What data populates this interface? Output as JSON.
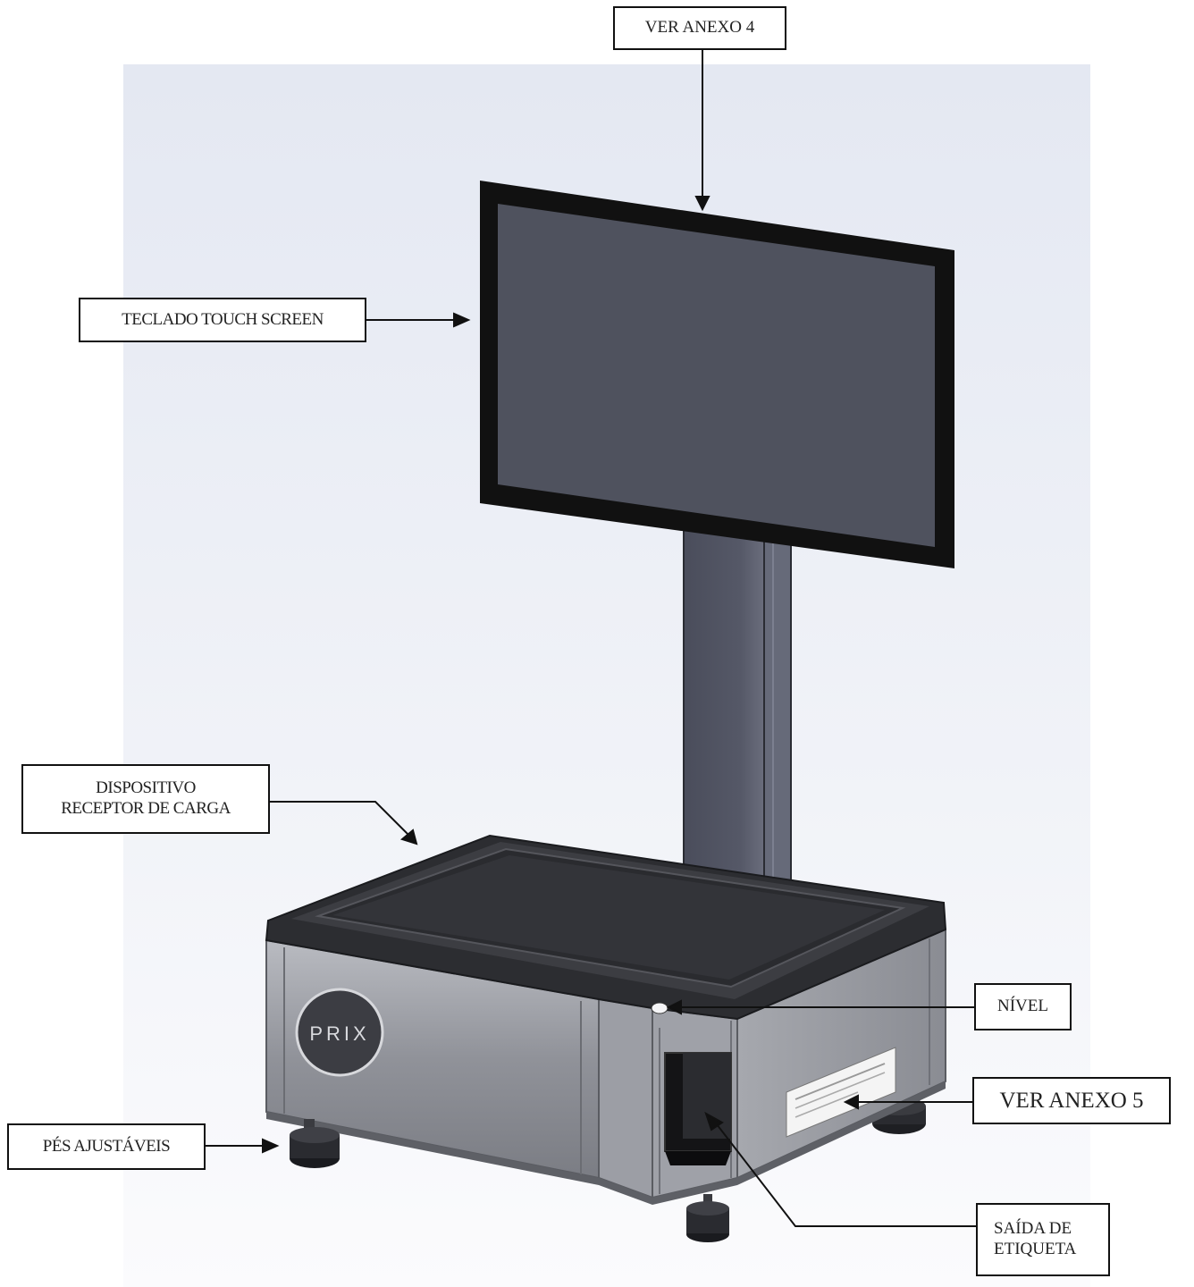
{
  "callouts": {
    "ver_anexo_4": "VER ANEXO 4",
    "teclado": "TECLADO TOUCH SCREEN",
    "dispositivo_line1": "DISPOSITIVO",
    "dispositivo_line2": "RECEPTOR DE CARGA",
    "nivel": "NÍVEL",
    "ver_anexo_5": "VER ANEXO 5",
    "pes": "PÉS AJUSTÁVEIS",
    "saida_line1": "SAÍDA DE",
    "saida_line2": "ETIQUETA"
  },
  "product": {
    "brand": "PRIX"
  },
  "colors": {
    "screen_bezel": "#111111",
    "screen_panel": "#4f525e",
    "column": "#4b4e5c",
    "body": "#8d8f97",
    "platter": "#3a3b3f",
    "background_top": "#e3e7f2",
    "background_bottom": "#fbfbfd"
  }
}
